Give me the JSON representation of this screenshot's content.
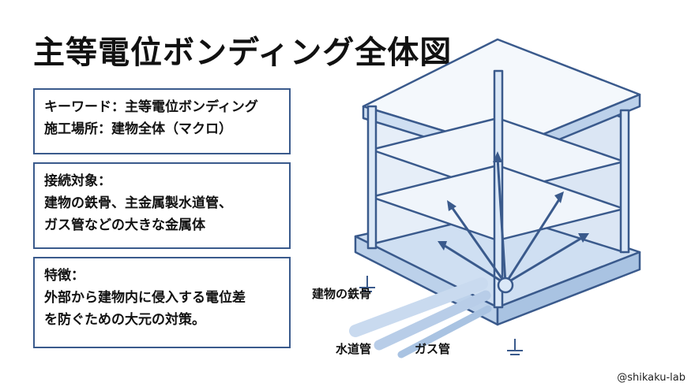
{
  "title": "主等電位ボンディング全体図",
  "box1": {
    "line1": "キーワード：主等電位ボンディング",
    "line2": "施工場所：建物全体（マクロ）"
  },
  "box2": {
    "line1": "接続対象：",
    "line2": "建物の鉄骨、主金属製水道管、",
    "line3": "ガス管などの大きな金属体"
  },
  "box3": {
    "line1": "特徴：",
    "line2": "外部から建物内に侵入する電位差",
    "line3": "を防ぐための大元の対策。"
  },
  "labels": {
    "steel": "建物の鉄骨",
    "water": "水道管",
    "gas": "ガス管"
  },
  "watermark": "@shikaku-lab",
  "colors": {
    "line": "#3a5a8c",
    "fill": "#dbe8f7",
    "border": "#3a5a8c"
  }
}
